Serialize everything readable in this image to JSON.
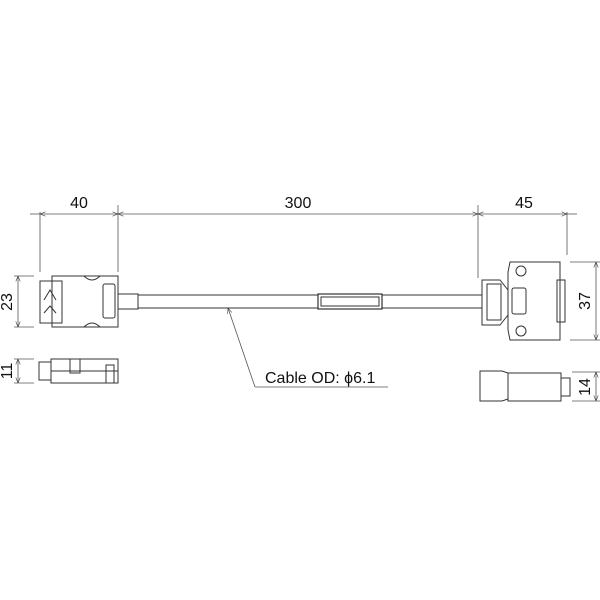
{
  "drawing": {
    "type": "cable assembly dimension drawing",
    "dimensions": {
      "left_connector_length": "40",
      "cable_length": "300",
      "right_connector_length": "45",
      "left_connector_height": "23",
      "left_connector_side_height": "11",
      "right_connector_height": "37",
      "right_connector_side_height": "14"
    },
    "annotation": {
      "cable_od_label": "Cable OD: ϕ6.1"
    },
    "colors": {
      "line": "#333333",
      "background": "#ffffff"
    }
  }
}
